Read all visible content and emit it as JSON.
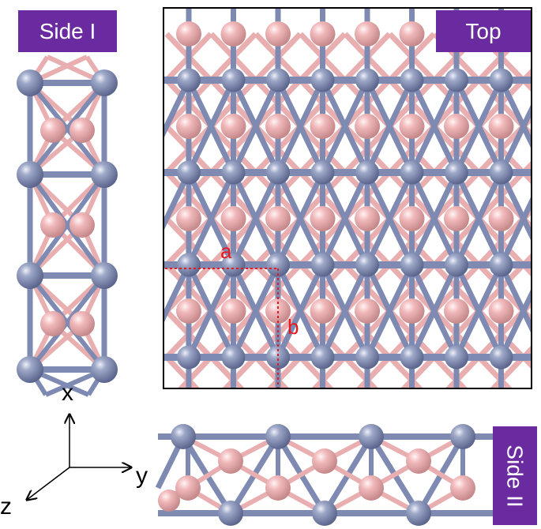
{
  "panels": {
    "side1": {
      "label": "Side I"
    },
    "top": {
      "label": "Top"
    },
    "side2": {
      "label": "Side II"
    }
  },
  "axes": {
    "x": "x",
    "y": "y",
    "z": "z"
  },
  "lattice": {
    "a": "a",
    "b": "b"
  },
  "colors": {
    "metal_atom": "#8c96b8",
    "nonmetal_atom": "#eeb1b3",
    "bond_metal": "#7e8ab2",
    "bond_pink": "#e8aeb0",
    "label_bg": "#6a2aa0",
    "lattice_lines": "#e8191e",
    "frame": "#000000"
  },
  "icons": [
    "axis-x-arrow-icon",
    "axis-y-arrow-icon",
    "axis-z-arrow-icon"
  ]
}
